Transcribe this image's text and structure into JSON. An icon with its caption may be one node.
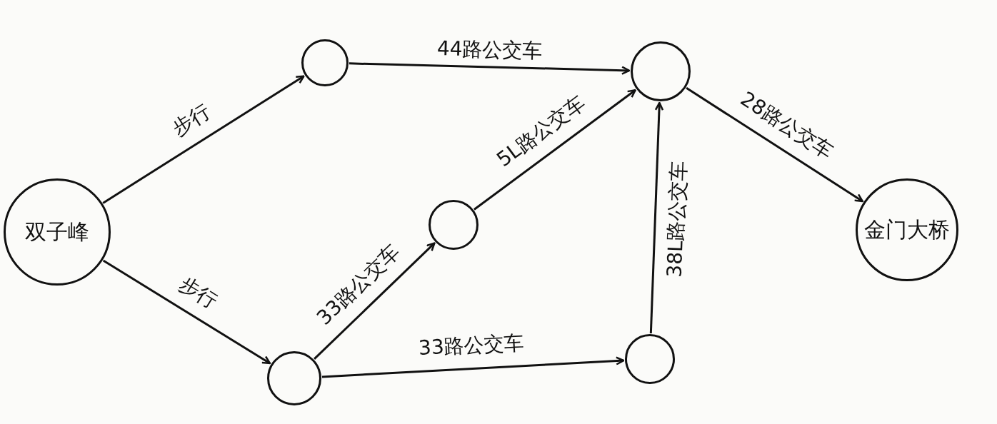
{
  "diagram": {
    "nodes": [
      {
        "text": [
          "双子峰"
        ]
      },
      {
        "text": [],
        "shape": "circle"
      },
      {
        "text": [],
        "shape": "circle"
      },
      {
        "text": [],
        "shape": "circle"
      },
      {
        "text": [],
        "shape": "circle"
      },
      {
        "text": [],
        "shape": "circle"
      },
      {
        "text": [
          "金门大桥"
        ]
      }
    ],
    "edges": [
      {
        "from": 0,
        "to": 1,
        "arrow": "to",
        "label": "步行"
      },
      {
        "from": 0,
        "to": 2,
        "arrow": "to",
        "label": "步行"
      },
      {
        "from": 1,
        "to": 5,
        "arrow": "to",
        "label": "44路公交车"
      },
      {
        "from": 2,
        "to": 3,
        "arrow": "to",
        "label": "33路公交车"
      },
      {
        "from": 3,
        "to": 5,
        "arrow": "to",
        "label": "5L路公交车"
      },
      {
        "from": 2,
        "to": 4,
        "arrow": "to",
        "label": "33路公交车"
      },
      {
        "from": 4,
        "to": 5,
        "arrow": "to",
        "label": "38L路公交车"
      },
      {
        "from": 5,
        "to": 6,
        "arrow": "to",
        "label": "28路公交车"
      }
    ]
  }
}
